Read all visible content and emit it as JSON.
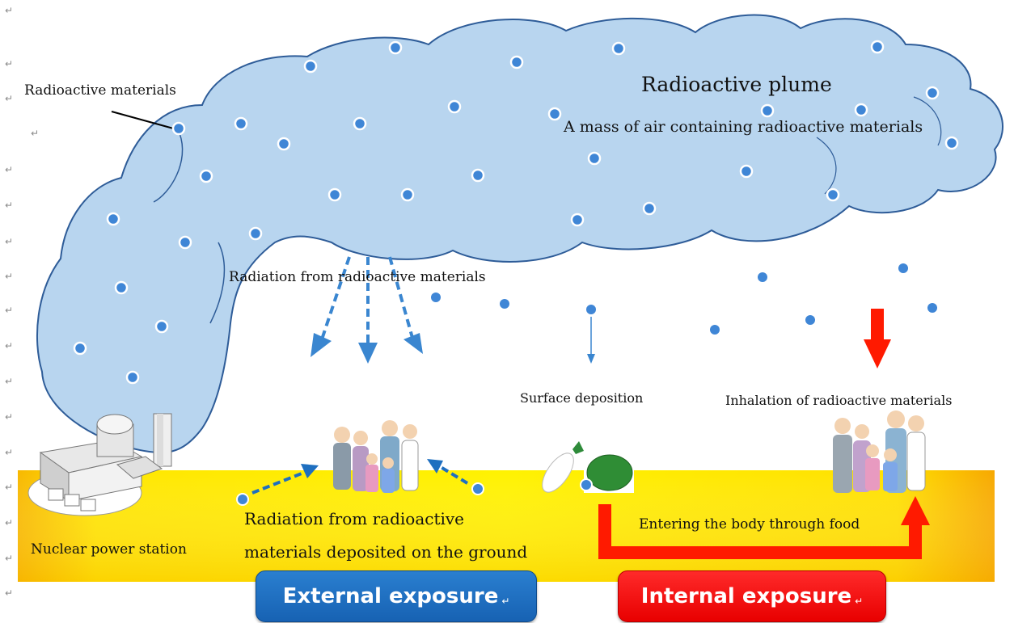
{
  "labels": {
    "radioactive_materials": "Radioactive materials",
    "plume_title": "Radioactive plume",
    "plume_desc": "A mass of air containing radioactive materials",
    "radiation_from_materials": "Radiation from radioactive materials",
    "surface_deposition": "Surface deposition",
    "inhalation": "Inhalation of radioactive materials",
    "nuclear_station": "Nuclear power station",
    "ground_radiation_line1": "Radiation from radioactive",
    "ground_radiation_line2": "materials deposited on the ground",
    "food_entry": "Entering the body through food"
  },
  "buttons": {
    "external": "External exposure",
    "internal": "Internal exposure"
  },
  "colors": {
    "cloud_fill": "#b7d4ee",
    "cloud_stroke": "#2f5d9a",
    "particle": "#3f86d6",
    "ground_yellow": "#ffe800",
    "ground_orange": "#f7a900",
    "arrow_blue": "#3a86d0",
    "arrow_red": "#ff1a00",
    "external_blue": "#1a6ec2",
    "internal_red": "#ff0000"
  },
  "paragraph_mark": "↵"
}
